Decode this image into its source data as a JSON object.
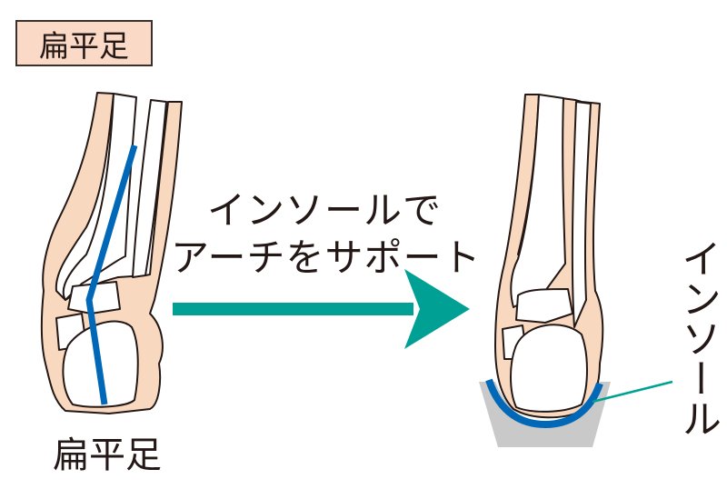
{
  "title_label": "扁平足",
  "caption": {
    "line1": "インソールで",
    "line2": "アーチをサポート"
  },
  "left_figure_label": "扁平足",
  "right_figure_label": "インソール",
  "colors": {
    "skin": "#f9d8c0",
    "axis_line": "#0068b7",
    "arrow": "#00a095",
    "insole": "#0068b7",
    "shoe_base": "#c9c9ca",
    "outline": "#231815"
  }
}
